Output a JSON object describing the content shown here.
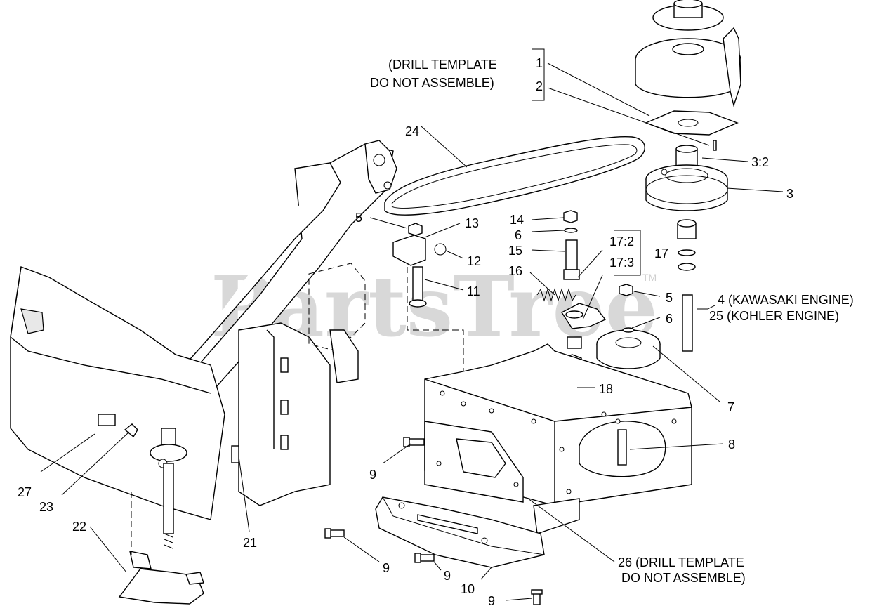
{
  "watermark": {
    "text": "PartsTree",
    "tm": "TM"
  },
  "callouts": {
    "c1": "1",
    "c2": "2",
    "c3": "3",
    "c3_2": "3:2",
    "c4": "4 (KAWASAKI ENGINE)",
    "c25": "25 (KOHLER ENGINE)",
    "c5a": "5",
    "c5b": "5",
    "c6a": "6",
    "c6b": "6",
    "c7": "7",
    "c8": "8",
    "c9a": "9",
    "c9b": "9",
    "c9c": "9",
    "c9d": "9",
    "c10": "10",
    "c11": "11",
    "c12": "12",
    "c13": "13",
    "c14": "14",
    "c15": "15",
    "c16": "16",
    "c17": "17",
    "c17_2": "17:2",
    "c17_3": "17:3",
    "c18": "18",
    "c21": "21",
    "c22": "22",
    "c23": "23",
    "c24": "24",
    "c26_line1": "26 (DRILL TEMPLATE",
    "c26_line2": "DO NOT ASSEMBLE)",
    "c27": "27"
  },
  "notes": {
    "drill_template_line1": "(DRILL TEMPLATE",
    "drill_template_line2": "DO NOT ASSEMBLE)"
  }
}
